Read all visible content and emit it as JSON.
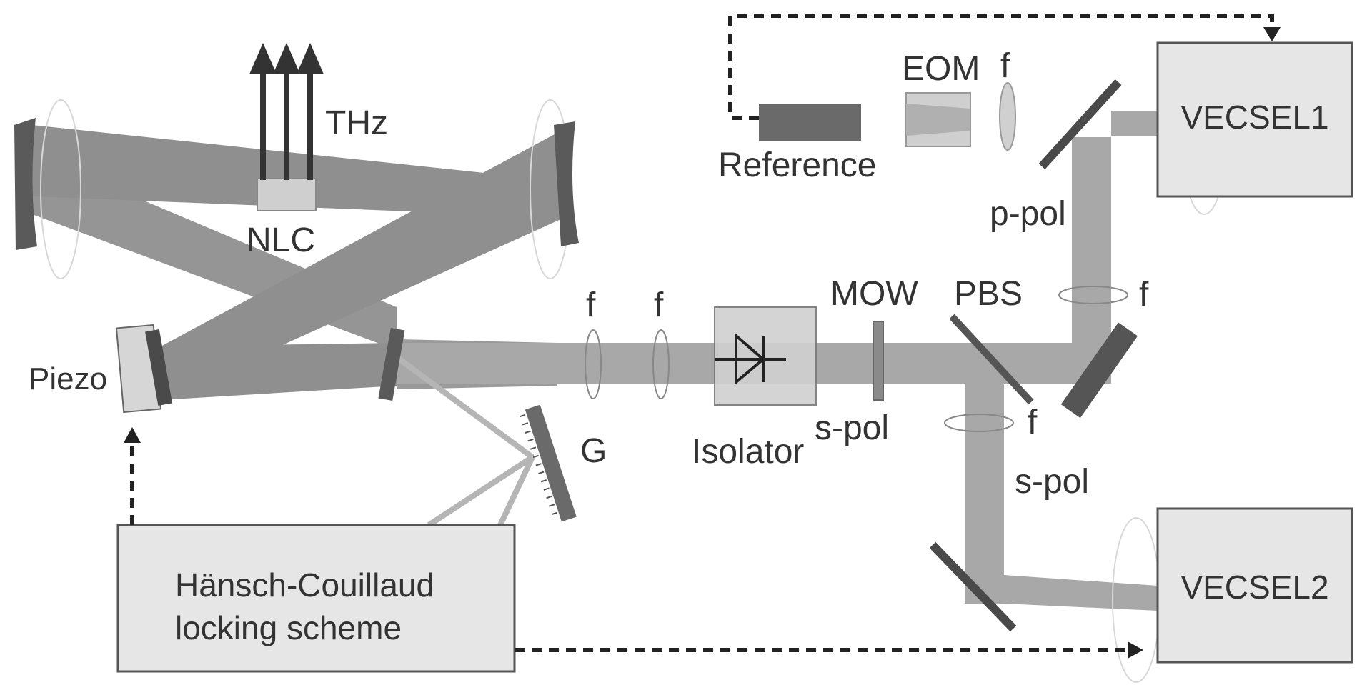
{
  "labels": {
    "thz": "THz",
    "nlc": "NLC",
    "piezo": "Piezo",
    "grating": "G",
    "f_lens_1": "f",
    "f_lens_2": "f",
    "isolator": "Isolator",
    "mow": "MOW",
    "s_pol_mow": "s-pol",
    "pbs": "PBS",
    "f_pbs_up": "f",
    "f_pbs_down": "f",
    "s_pol_down": "s-pol",
    "p_pol": "p-pol",
    "eom": "EOM",
    "f_eom": "f",
    "reference": "Reference"
  },
  "boxes": {
    "vecsel1": "VECSEL1",
    "vecsel2": "VECSEL2",
    "hc_line1": "Hänsch-Couillaud",
    "hc_line2": "locking scheme"
  },
  "colors": {
    "beam_dark": "#8c8c8c",
    "beam_light": "#a9a9a9",
    "mirror": "#5a5a5a",
    "box_fill": "#e6e6e6",
    "box_stroke": "#555555",
    "arrow": "#222222"
  }
}
